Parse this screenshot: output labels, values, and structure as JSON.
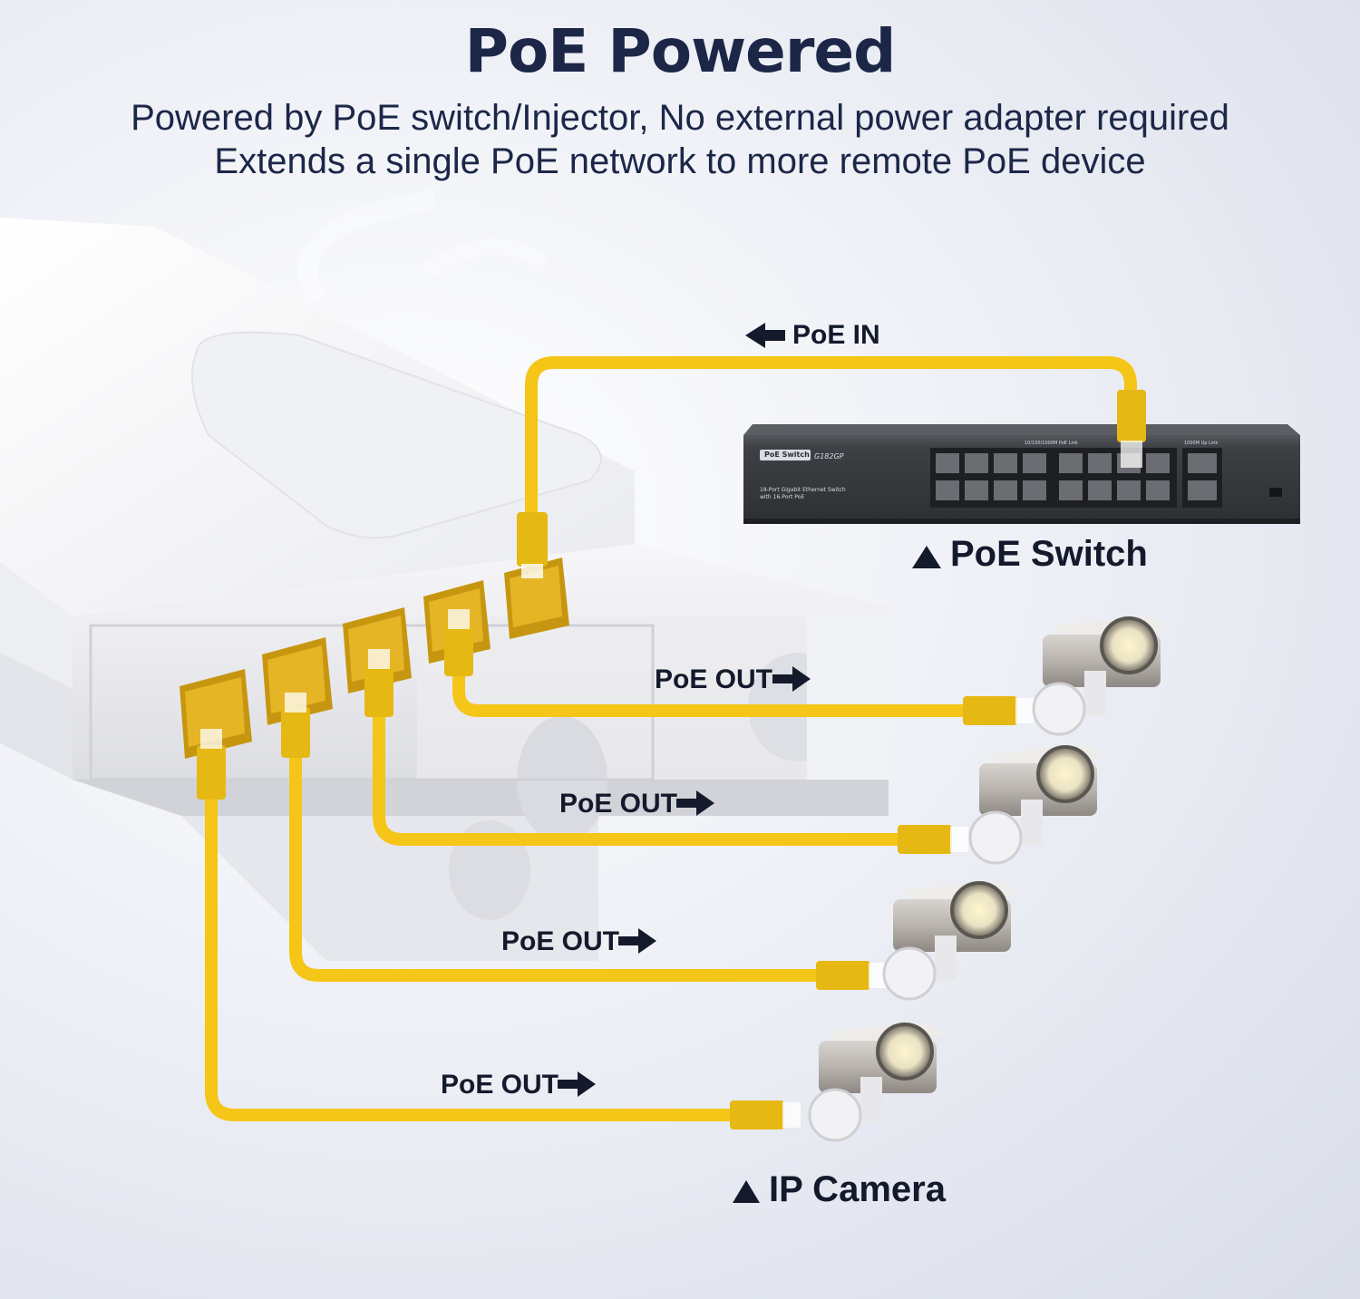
{
  "title": "PoE Powered",
  "subtitle_lines": [
    "Powered by PoE switch/Injector, No external power adapter required",
    "Extends a single PoE network to more remote PoE device"
  ],
  "labels": {
    "poe_in": "PoE IN",
    "poe_out": [
      "PoE OUT",
      "PoE OUT",
      "PoE OUT",
      "PoE OUT"
    ],
    "poe_switch": "PoE Switch",
    "ip_camera": "IP Camera"
  },
  "switch_panel": {
    "brand_tag": "PoE Switch",
    "model": "G182GP",
    "description_line1": "18-Port Gigabit Ethernet Switch",
    "description_line2": "with 16-Port PoE",
    "port_group_label": "10/100/1000M PoE Link",
    "uplink_label": "1000M Up Link"
  },
  "colors": {
    "cable": "#f5c518",
    "cable_dark": "#d4a90c",
    "text": "#1c2748",
    "switch_body": "#3b3d42",
    "extender_body": "#f4f4f4",
    "port_gold": "#e3b21b"
  }
}
